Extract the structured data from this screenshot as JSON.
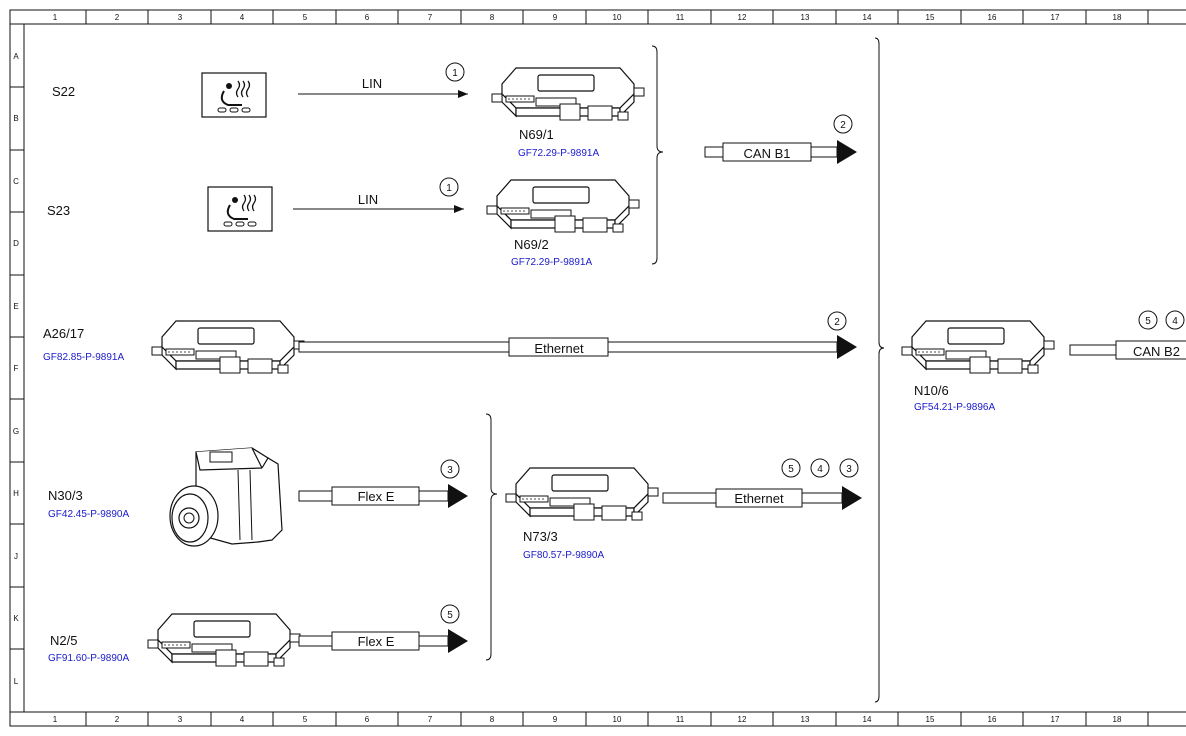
{
  "grid": {
    "columns": [
      "1",
      "2",
      "3",
      "4",
      "5",
      "6",
      "7",
      "8",
      "9",
      "10",
      "11",
      "12",
      "13",
      "14",
      "15",
      "16",
      "17",
      "18"
    ],
    "rows": [
      "A",
      "B",
      "C",
      "D",
      "E",
      "F",
      "G",
      "H",
      "J",
      "K",
      "L"
    ]
  },
  "components": {
    "s22": {
      "label": "S22"
    },
    "s23": {
      "label": "S23"
    },
    "n69_1": {
      "label": "N69/1",
      "ref": "GF72.29-P-9891A"
    },
    "n69_2": {
      "label": "N69/2",
      "ref": "GF72.29-P-9891A"
    },
    "a26_17": {
      "label": "A26/17",
      "ref": "GF82.85-P-9891A"
    },
    "n30_3": {
      "label": "N30/3",
      "ref": "GF42.45-P-9890A"
    },
    "n2_5": {
      "label": "N2/5",
      "ref": "GF91.60-P-9890A"
    },
    "n73_3": {
      "label": "N73/3",
      "ref": "GF80.57-P-9890A"
    },
    "n10_6": {
      "label": "N10/6",
      "ref": "GF54.21-P-9896A"
    }
  },
  "connections": {
    "lin1": {
      "label": "LIN",
      "callout": "1"
    },
    "lin2": {
      "label": "LIN",
      "callout": "1"
    },
    "can_b1": {
      "label": "CAN B1",
      "callout": "2"
    },
    "eth_a26": {
      "label": "Ethernet",
      "callout": "2"
    },
    "flex_n30": {
      "label": "Flex E",
      "callout": "3"
    },
    "flex_n2": {
      "label": "Flex E",
      "callout": "5"
    },
    "eth_n73": {
      "label": "Ethernet",
      "callouts": [
        "5",
        "4",
        "3"
      ]
    },
    "can_b2": {
      "label": "CAN B2",
      "callouts": [
        "5",
        "4"
      ]
    }
  },
  "colors": {
    "line": "#111111",
    "reference": "#1a1acc"
  }
}
